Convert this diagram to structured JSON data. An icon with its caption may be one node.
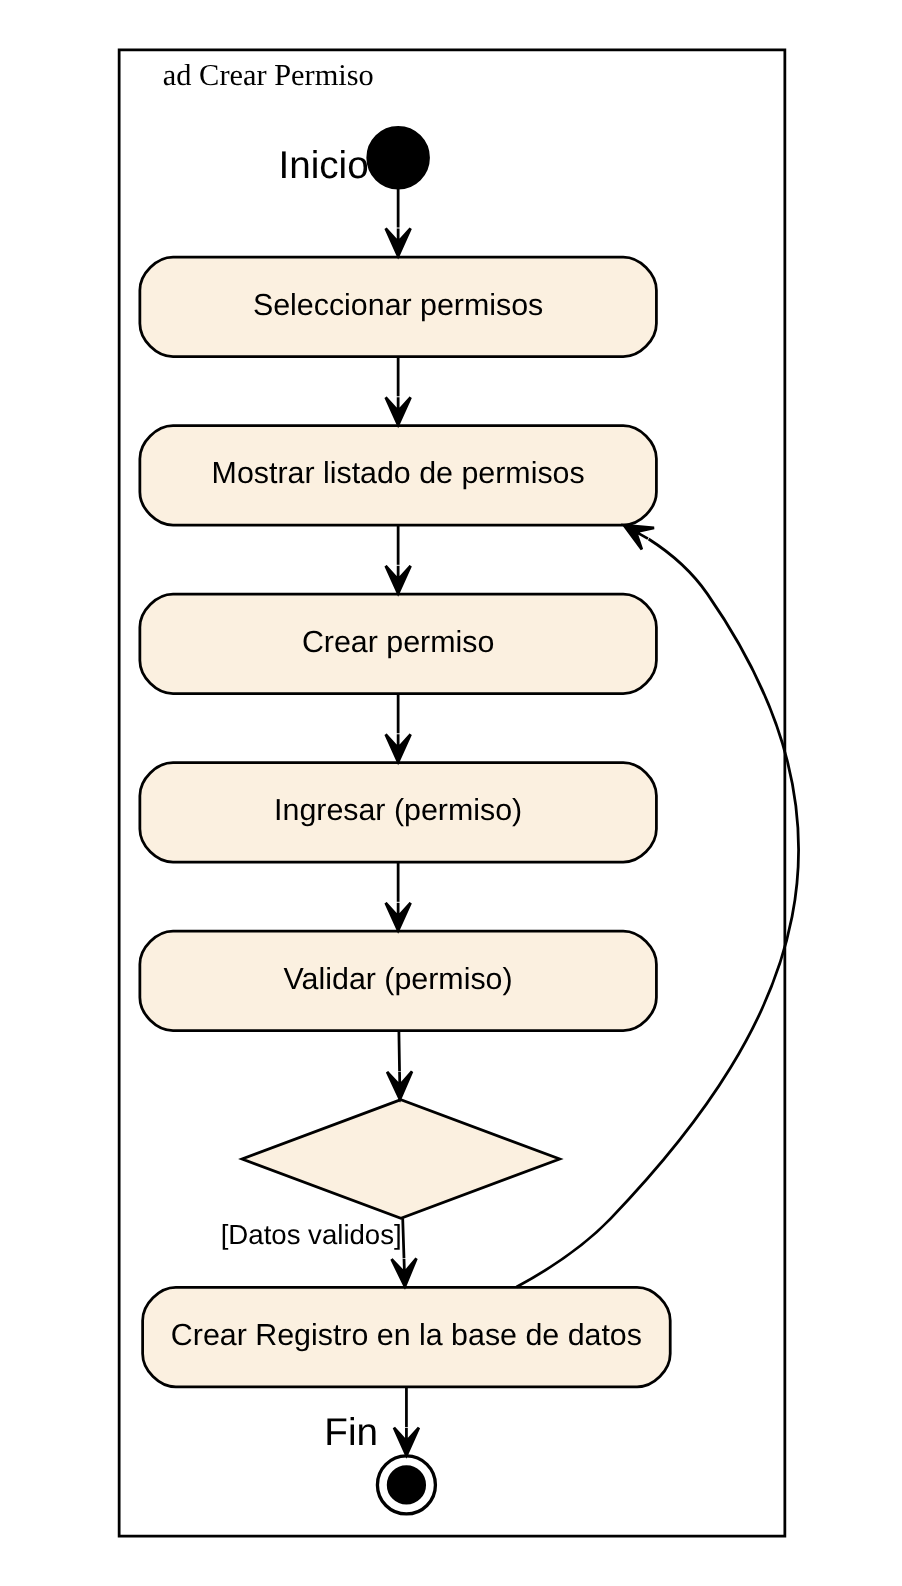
{
  "diagram": {
    "nodes": [
      {
        "text": [
          "ad Crear Permiso"
        ]
      },
      {
        "text": [],
        "shape": "circle",
        "in": 0,
        "beside": [
          "Inicio"
        ]
      },
      {
        "text": [
          "Seleccionar permisos"
        ],
        "in": 0
      },
      {
        "text": [
          "Mostrar listado de permisos"
        ],
        "in": 0
      },
      {
        "text": [
          "Crear permiso"
        ],
        "in": 0
      },
      {
        "text": [
          "Ingresar (permiso)"
        ],
        "in": 0
      },
      {
        "text": [
          "Validar (permiso)"
        ],
        "in": 0
      },
      {
        "text": [],
        "shape": "diamond",
        "in": 0
      },
      {
        "text": [
          "Crear Registro en la base de datos"
        ],
        "in": 0
      },
      {
        "text": [],
        "shape": "circle",
        "in": 0,
        "beside": [
          "Fin"
        ]
      }
    ],
    "edges": [
      {
        "from": 1,
        "to": 2,
        "arrow": "to"
      },
      {
        "from": 2,
        "to": 3,
        "arrow": "to"
      },
      {
        "from": 3,
        "to": 4,
        "arrow": "to"
      },
      {
        "from": 4,
        "to": 5,
        "arrow": "to"
      },
      {
        "from": 5,
        "to": 6,
        "arrow": "to"
      },
      {
        "from": 6,
        "to": 7,
        "arrow": "to"
      },
      {
        "from": 7,
        "to": 8,
        "label": "[Datos validos]",
        "arrow": "to"
      },
      {
        "from": 8,
        "to": 3,
        "arrow": "to"
      },
      {
        "from": 8,
        "to": 9,
        "arrow": "to"
      }
    ]
  }
}
